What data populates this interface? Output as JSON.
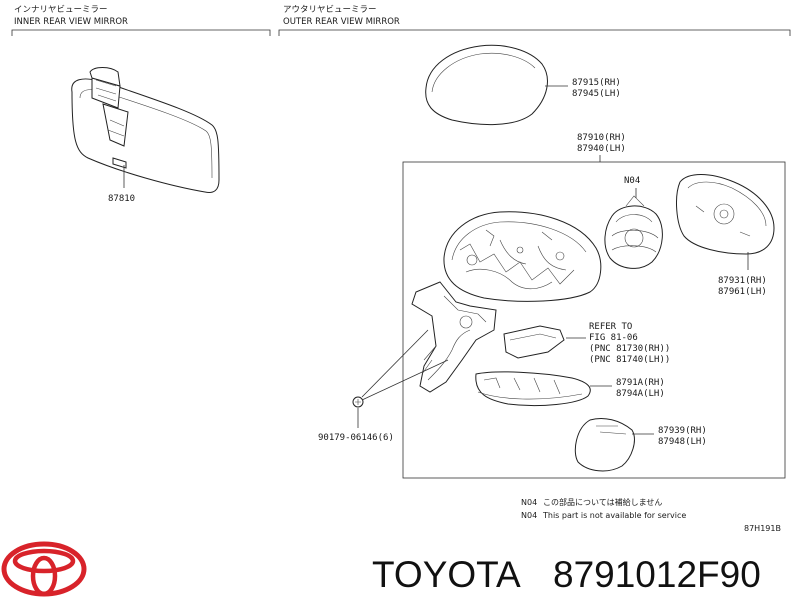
{
  "sections": {
    "inner": {
      "title_jp": "インナリヤビューミラー",
      "title_en": "INNER REAR VIEW MIRROR"
    },
    "outer": {
      "title_jp": "アウタリヤビューミラー",
      "title_en": "OUTER REAR VIEW MIRROR"
    }
  },
  "parts": {
    "p87810": "87810",
    "p87915": "87915(RH)",
    "p87945": "87945(LH)",
    "p87910": "87910(RH)",
    "p87940": "87940(LH)",
    "n04": "N04",
    "p87931": "87931(RH)",
    "p87961": "87961(LH)",
    "p8791a": "8791A(RH)",
    "p8794a": "8794A(LH)",
    "p87939": "87939(RH)",
    "p87948": "87948(LH)",
    "p90179": "90179-06146(6)"
  },
  "refer": {
    "line1": "REFER TO",
    "line2": "FIG 81-06",
    "line3": "(PNC 81730(RH))",
    "line4": "(PNC 81740(LH))"
  },
  "notes": {
    "code1": "N04",
    "jp": "この部品については補給しません",
    "code2": "N04",
    "en": "This part is not available for service"
  },
  "figure_code": "87H191B",
  "brand": {
    "name": "TOYOTA",
    "part_number": "8791012F90",
    "logo_color": "#d8232a"
  }
}
